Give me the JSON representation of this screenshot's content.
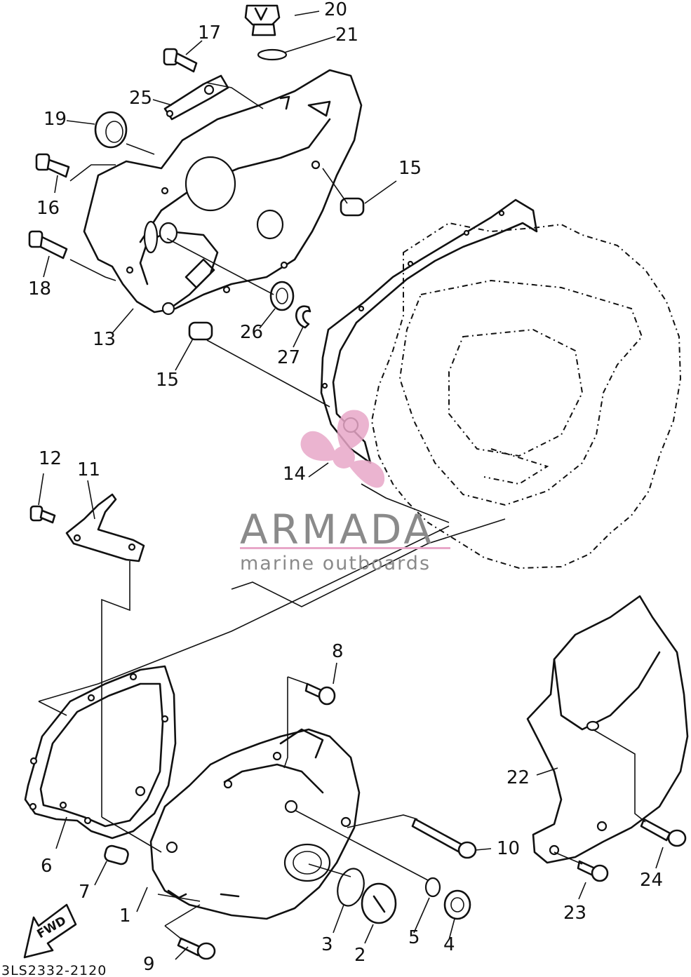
{
  "diagram": {
    "part_numbers": [
      "1",
      "2",
      "3",
      "4",
      "5",
      "6",
      "7",
      "8",
      "9",
      "10",
      "11",
      "12",
      "13",
      "14",
      "15",
      "15",
      "16",
      "17",
      "18",
      "19",
      "20",
      "21",
      "22",
      "23",
      "24",
      "25",
      "26",
      "27"
    ],
    "drawing_code": "3LS2332-2120",
    "direction_marker": "FWD"
  },
  "watermark": {
    "brand": "ARMADA",
    "tagline": "marine outboards",
    "accent_color": "#e8a7c8"
  }
}
